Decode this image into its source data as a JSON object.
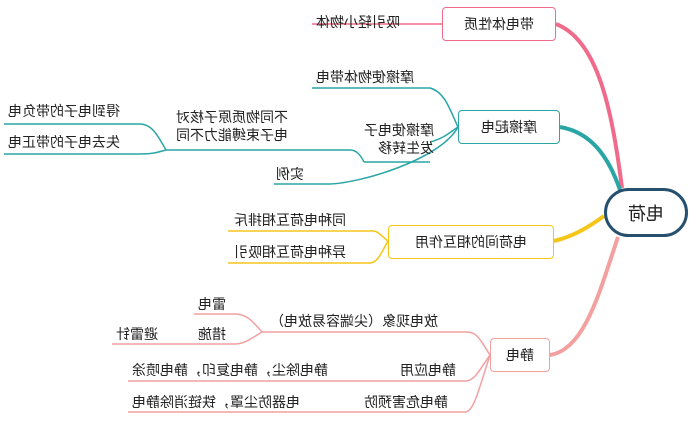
{
  "root": "电荷",
  "colors": {
    "root_border": "#27506e",
    "branch_1": "#f06b8b",
    "branch_2": "#2aa5a5",
    "branch_3": "#f5c518",
    "branch_4": "#f2a0a0"
  },
  "branches": [
    {
      "label": "带电体性质",
      "children": [
        "吸引轻小物体"
      ]
    },
    {
      "label": "摩擦起电",
      "children": [
        {
          "label": "摩擦使物体带电"
        },
        {
          "label_lines": [
            "摩擦使电子",
            "发生转移"
          ],
          "detail_lines": [
            "不同物质原子核对",
            "电子束缚能力不同"
          ],
          "details": [
            "得到电子的带负电",
            "失去电子的带正电"
          ]
        },
        {
          "label": "实例"
        }
      ]
    },
    {
      "label": "电荷间的相互作用",
      "children": [
        "同种电荷互相排斥",
        "异种电荷互相吸引"
      ]
    },
    {
      "label": "静电",
      "children": [
        {
          "label": "放电现象（尖端容易放电）",
          "sub": [
            "雷电",
            "措施"
          ],
          "measure": "避雷针"
        },
        {
          "label": "静电应用",
          "detail": "静电除尘，静电复印，静电喷涂"
        },
        {
          "label": "静电危害预防",
          "detail": "电器防尘罩，铁链消除静电"
        }
      ]
    }
  ]
}
